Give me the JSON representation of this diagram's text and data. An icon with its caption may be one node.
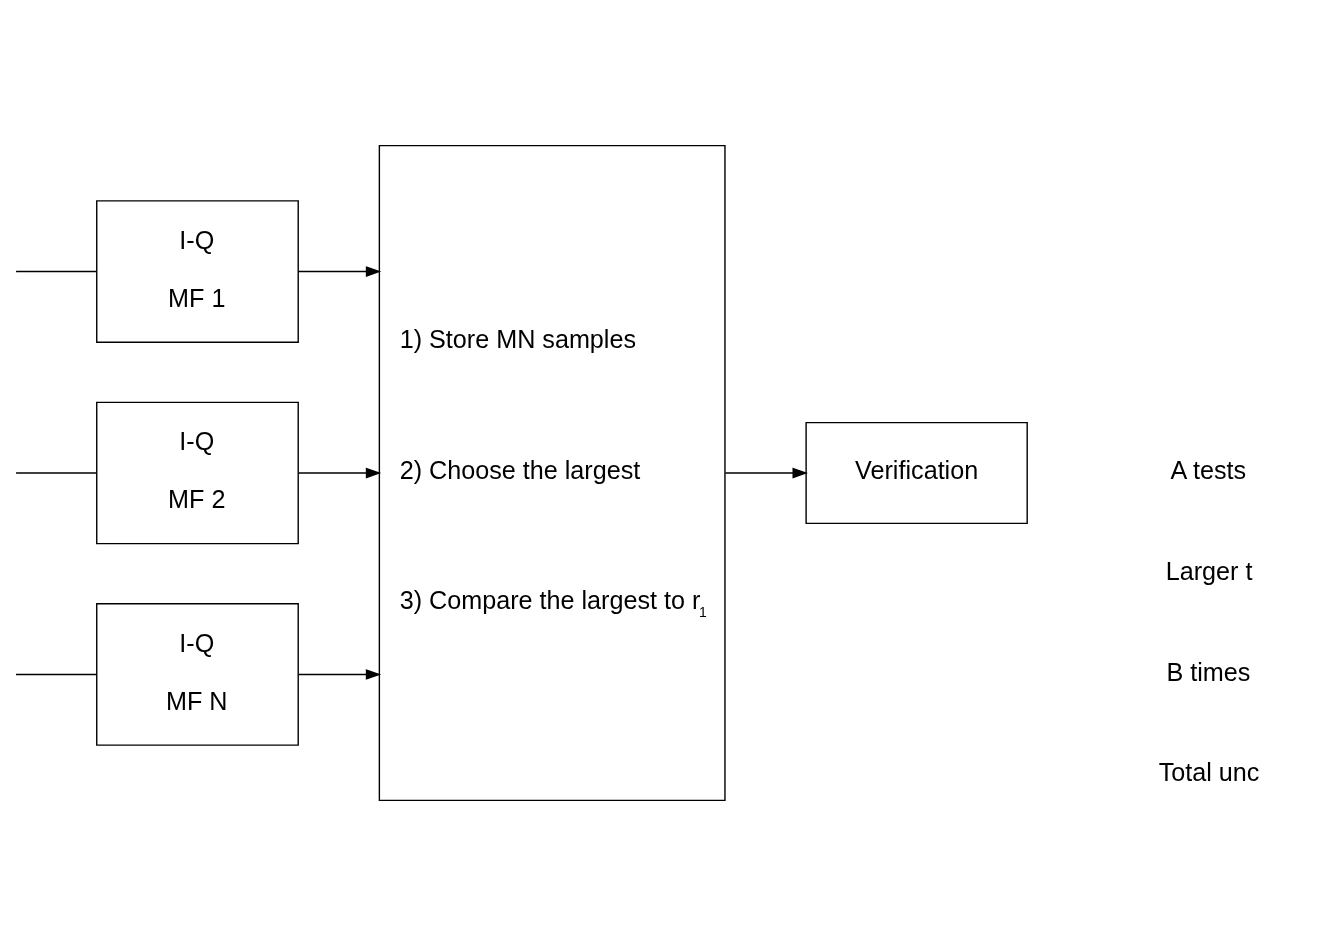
{
  "diagram": {
    "nodes": [
      {
        "text": [
          "I-Q",
          "MF 1"
        ]
      },
      {
        "text": [
          "I-Q",
          "MF 2"
        ]
      },
      {
        "text": [
          "I-Q",
          "MF N"
        ]
      },
      {
        "text": [
          "1) Store MN samples",
          "2) Choose the largest",
          "3) Compare the largest to r$_{1}$"
        ]
      },
      {
        "text": [
          "Verification"
        ]
      }
    ],
    "edges": [
      {
        "from": null,
        "to": 0,
        "arrow": "none"
      },
      {
        "from": null,
        "to": 1,
        "arrow": "none"
      },
      {
        "from": null,
        "to": 2,
        "arrow": "none"
      },
      {
        "from": 0,
        "to": 3,
        "arrow": "to"
      },
      {
        "from": 1,
        "to": 3,
        "arrow": "to"
      },
      {
        "from": 2,
        "to": 3,
        "arrow": "to"
      },
      {
        "from": 3,
        "to": 4,
        "arrow": "to"
      }
    ],
    "labels": [
      "A tests",
      "Larger t",
      "B times",
      "Total unc"
    ]
  }
}
